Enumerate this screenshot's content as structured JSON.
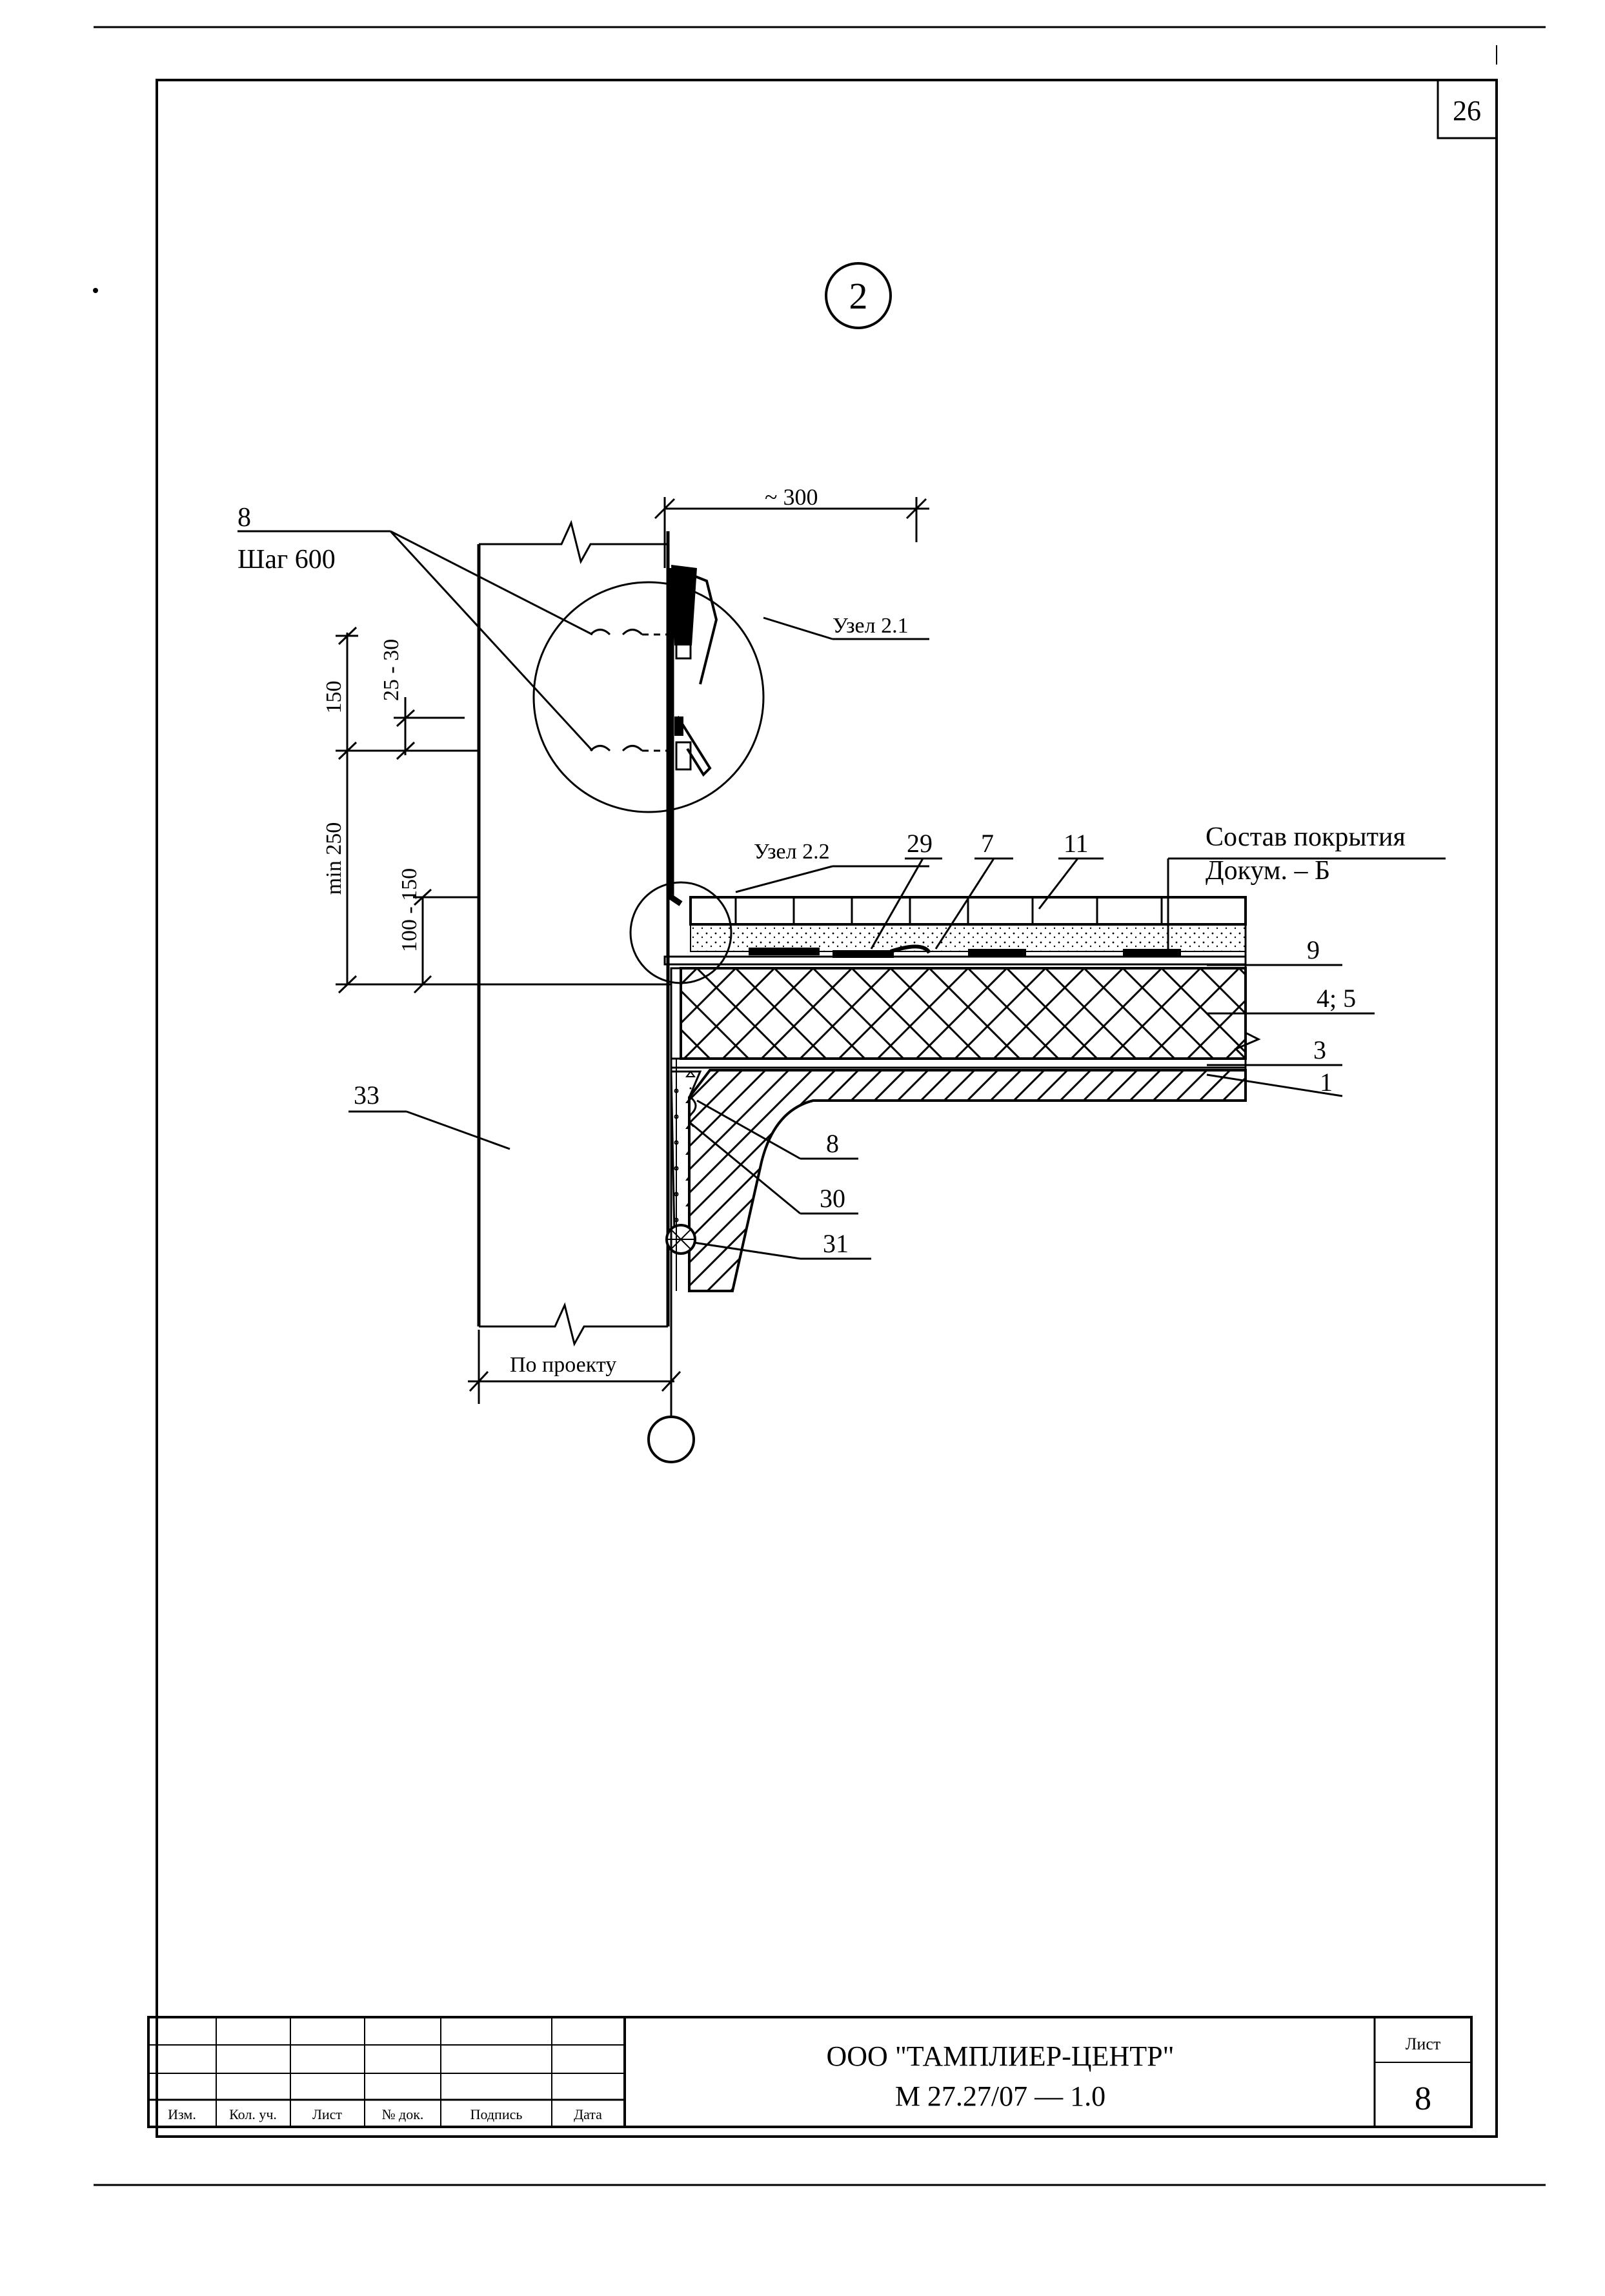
{
  "sheet": {
    "page_number": "26",
    "node_number": "2"
  },
  "drawing": {
    "callouts": {
      "item_8_top": "8",
      "step": "Шаг 600",
      "node_2_1": "Узел 2.1",
      "node_2_2": "Узел 2.2",
      "item_29": "29",
      "item_7": "7",
      "item_11": "11",
      "roof_composition": "Состав покрытия",
      "doc_ref": "Докум. – Б",
      "item_9": "9",
      "item_4_5": "4; 5",
      "item_3": "3",
      "item_1": "1",
      "item_8_bottom": "8",
      "item_30": "30",
      "item_31": "31",
      "item_33": "33"
    },
    "dimensions": {
      "top_width": "~ 300",
      "d150": "150",
      "d25_30": "25 - 30",
      "min250": "min 250",
      "d100_150": "100 - 150",
      "by_project": "По проекту"
    }
  },
  "title_block": {
    "company": "ООО \"ТАМПЛИЕР-ЦЕНТР\"",
    "doc_code": "М 27.27/07 — 1.0",
    "sheet_label": "Лист",
    "sheet_number": "8",
    "columns": [
      "Изм.",
      "Кол. уч.",
      "Лист",
      "№ док.",
      "Подпись",
      "Дата"
    ]
  }
}
